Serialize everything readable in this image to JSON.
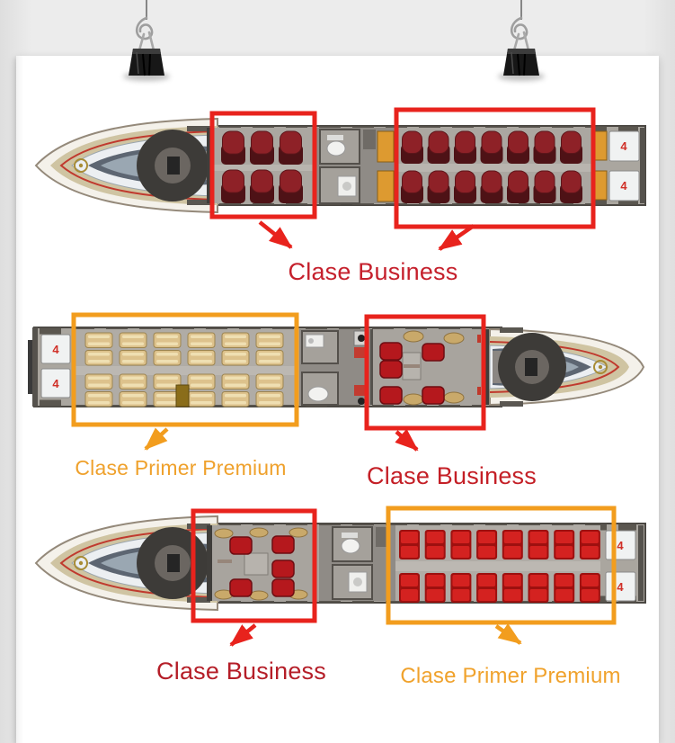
{
  "door_glyph": "4",
  "palette": {
    "highlight_red": "#e8231d",
    "highlight_orange": "#f29d1e",
    "seat_dark": "#8e2127",
    "seat_dark_back": "#4e1216",
    "seat_dark_edge": "#5d151a",
    "seat_beige": "#ddc28c",
    "seat_beige_edge": "#9c8450",
    "seat_beige_hi": "#efdfb2",
    "seat_red": "#d42220",
    "seat_red_dark": "#9e100f",
    "seat_vip": "#b5181d",
    "seat_vip_edge": "#6e0d12"
  },
  "figures": {
    "top": {
      "cabins": {
        "small_business": {
          "style": "dark",
          "cols": 3,
          "seats": 6
        },
        "large_business": {
          "style": "dark",
          "cols": 7,
          "seats": 14
        }
      },
      "caption": {
        "text": "Clase Business",
        "color": "#c5202c"
      }
    },
    "middle": {
      "cabins": {
        "premium": {
          "style": "beigePair",
          "cols": 6,
          "seats": 24
        },
        "business_vip": {
          "style": "vip",
          "seats": 5
        }
      },
      "caption_premium": {
        "text": "Clase Primer Premium",
        "color": "#efa12c"
      },
      "caption_business": {
        "text": "Clase Business",
        "color": "#c41f26"
      }
    },
    "bottom": {
      "cabins": {
        "business_vip": {
          "style": "vip",
          "seats": 5
        },
        "premium": {
          "style": "redPair",
          "cols": 8,
          "seats": 16
        }
      },
      "caption_business": {
        "text": "Clase Business",
        "color": "#b51e28"
      },
      "caption_premium": {
        "text": "Clase Primer Premium",
        "color": "#f0a22c"
      }
    }
  }
}
